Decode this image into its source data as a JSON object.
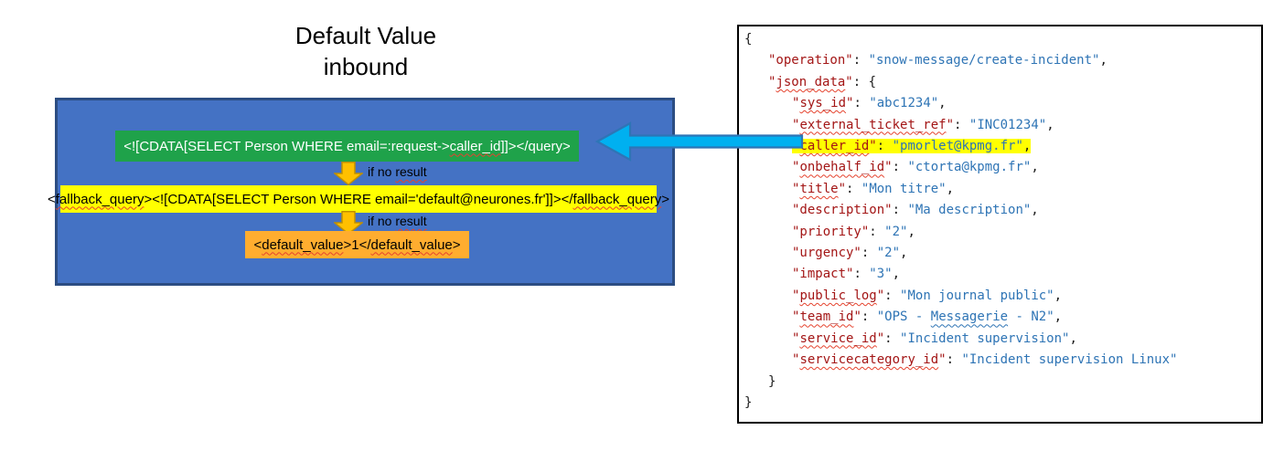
{
  "title": {
    "line1": "Default Value",
    "line2": "inbound"
  },
  "colors": {
    "panel_blue": "#4472C4",
    "panel_border": "#2C4D82",
    "green_box": "#1FA24A",
    "yellow_box": "#FFFF00",
    "orange_box": "#FFAD2F",
    "arrow_orange": "#FFC000",
    "arrow_orange_border": "#BF8F00",
    "arrow_blue": "#00B0F0",
    "arrow_blue_border": "#2E75B6",
    "json_key": "#A31515",
    "json_value": "#2E74B5",
    "wavy_red": "#E5432E",
    "wavy_blue": "#2E74B5",
    "highlight": "#FFFF00"
  },
  "flow": {
    "query_box": {
      "segments": [
        {
          "t": "<![CDATA[SELECT Person WHERE email=:request->"
        },
        {
          "t": "caller_id",
          "w": "red"
        },
        {
          "t": "]]></query>"
        }
      ]
    },
    "if_no_result": {
      "segments": [
        {
          "t": "if no "
        },
        {
          "t": "result",
          "w": "red"
        }
      ]
    },
    "fallback_box": {
      "segments": [
        {
          "t": "<"
        },
        {
          "t": "fallback_query",
          "w": "red"
        },
        {
          "t": "><![CDATA[SELECT Person WHERE email='default@neurones.fr']]></"
        },
        {
          "t": "fallback_query",
          "w": "red"
        },
        {
          "t": ">"
        }
      ]
    },
    "default_box": {
      "segments": [
        {
          "t": "<"
        },
        {
          "t": "default_value",
          "w": "red"
        },
        {
          "t": ">1</"
        },
        {
          "t": "default_value",
          "w": "red"
        },
        {
          "t": ">"
        }
      ]
    }
  },
  "json_panel": {
    "lines": [
      {
        "indent": 0,
        "parts": [
          {
            "t": "{",
            "c": "p"
          }
        ]
      },
      {
        "indent": 1,
        "parts": [
          {
            "t": "\"operation\"",
            "c": "k"
          },
          {
            "t": ": ",
            "c": "p"
          },
          {
            "t": "\"snow-message/create-incident\"",
            "c": "v"
          },
          {
            "t": ",",
            "c": "p"
          }
        ]
      },
      {
        "indent": 1,
        "parts": [
          {
            "t": "\"",
            "c": "k"
          },
          {
            "t": "json_data",
            "c": "k",
            "w": "red"
          },
          {
            "t": "\"",
            "c": "k"
          },
          {
            "t": ": {",
            "c": "p"
          }
        ]
      },
      {
        "indent": 2,
        "parts": [
          {
            "t": "\"",
            "c": "k"
          },
          {
            "t": "sys_id",
            "c": "k",
            "w": "red"
          },
          {
            "t": "\"",
            "c": "k"
          },
          {
            "t": ": ",
            "c": "p"
          },
          {
            "t": "\"abc1234\"",
            "c": "v"
          },
          {
            "t": ",",
            "c": "p"
          }
        ]
      },
      {
        "indent": 2,
        "parts": [
          {
            "t": "\"",
            "c": "k"
          },
          {
            "t": "external_ticket_ref",
            "c": "k",
            "w": "red"
          },
          {
            "t": "\"",
            "c": "k"
          },
          {
            "t": ": ",
            "c": "p"
          },
          {
            "t": "\"INC01234\"",
            "c": "v"
          },
          {
            "t": ",",
            "c": "p"
          }
        ]
      },
      {
        "indent": 2,
        "highlight": true,
        "parts": [
          {
            "t": "\"",
            "c": "k"
          },
          {
            "t": "caller_id",
            "c": "k",
            "w": "red"
          },
          {
            "t": "\"",
            "c": "k"
          },
          {
            "t": ": ",
            "c": "p"
          },
          {
            "t": "\"pmorlet@kpmg.fr\"",
            "c": "v"
          },
          {
            "t": ",",
            "c": "p"
          }
        ]
      },
      {
        "indent": 2,
        "parts": [
          {
            "t": "\"",
            "c": "k"
          },
          {
            "t": "onbehalf_id",
            "c": "k",
            "w": "red"
          },
          {
            "t": "\"",
            "c": "k"
          },
          {
            "t": ": ",
            "c": "p"
          },
          {
            "t": "\"ctorta@kpmg.fr\"",
            "c": "v"
          },
          {
            "t": ",",
            "c": "p"
          }
        ]
      },
      {
        "indent": 2,
        "parts": [
          {
            "t": "\"",
            "c": "k"
          },
          {
            "t": "title",
            "c": "k",
            "w": "red"
          },
          {
            "t": "\"",
            "c": "k"
          },
          {
            "t": ": ",
            "c": "p"
          },
          {
            "t": "\"Mon titre\"",
            "c": "v"
          },
          {
            "t": ",",
            "c": "p"
          }
        ]
      },
      {
        "indent": 2,
        "parts": [
          {
            "t": "\"description\"",
            "c": "k"
          },
          {
            "t": ": ",
            "c": "p"
          },
          {
            "t": "\"Ma description\"",
            "c": "v"
          },
          {
            "t": ",",
            "c": "p"
          }
        ]
      },
      {
        "indent": 2,
        "parts": [
          {
            "t": "\"priority\"",
            "c": "k"
          },
          {
            "t": ": ",
            "c": "p"
          },
          {
            "t": "\"2\"",
            "c": "v"
          },
          {
            "t": ",",
            "c": "p"
          }
        ]
      },
      {
        "indent": 2,
        "parts": [
          {
            "t": "\"urgency\"",
            "c": "k"
          },
          {
            "t": ": ",
            "c": "p"
          },
          {
            "t": "\"2\"",
            "c": "v"
          },
          {
            "t": ",",
            "c": "p"
          }
        ]
      },
      {
        "indent": 2,
        "parts": [
          {
            "t": "\"impact\"",
            "c": "k"
          },
          {
            "t": ": ",
            "c": "p"
          },
          {
            "t": "\"3\"",
            "c": "v"
          },
          {
            "t": ",",
            "c": "p"
          }
        ]
      },
      {
        "indent": 2,
        "parts": [
          {
            "t": "\"",
            "c": "k"
          },
          {
            "t": "public_log",
            "c": "k",
            "w": "red"
          },
          {
            "t": "\"",
            "c": "k"
          },
          {
            "t": ": ",
            "c": "p"
          },
          {
            "t": "\"Mon journal public\"",
            "c": "v"
          },
          {
            "t": ",",
            "c": "p"
          }
        ]
      },
      {
        "indent": 2,
        "parts": [
          {
            "t": "\"",
            "c": "k"
          },
          {
            "t": "team_id",
            "c": "k",
            "w": "red"
          },
          {
            "t": "\"",
            "c": "k"
          },
          {
            "t": ": ",
            "c": "p"
          },
          {
            "t": "\"OPS - ",
            "c": "v"
          },
          {
            "t": "Messagerie",
            "c": "v",
            "w": "blue"
          },
          {
            "t": " - N2\"",
            "c": "v"
          },
          {
            "t": ",",
            "c": "p"
          }
        ]
      },
      {
        "indent": 2,
        "parts": [
          {
            "t": "\"",
            "c": "k"
          },
          {
            "t": "service_id",
            "c": "k",
            "w": "red"
          },
          {
            "t": "\"",
            "c": "k"
          },
          {
            "t": ": ",
            "c": "p"
          },
          {
            "t": "\"Incident supervision\"",
            "c": "v"
          },
          {
            "t": ",",
            "c": "p"
          }
        ]
      },
      {
        "indent": 2,
        "parts": [
          {
            "t": "\"",
            "c": "k"
          },
          {
            "t": "servicecategory_id",
            "c": "k",
            "w": "red"
          },
          {
            "t": "\"",
            "c": "k"
          },
          {
            "t": ": ",
            "c": "p"
          },
          {
            "t": "\"Incident supervision Linux\"",
            "c": "v"
          }
        ]
      },
      {
        "indent": 1,
        "parts": [
          {
            "t": "}",
            "c": "p"
          }
        ]
      },
      {
        "indent": 0,
        "parts": [
          {
            "t": "}",
            "c": "p"
          }
        ]
      }
    ]
  }
}
